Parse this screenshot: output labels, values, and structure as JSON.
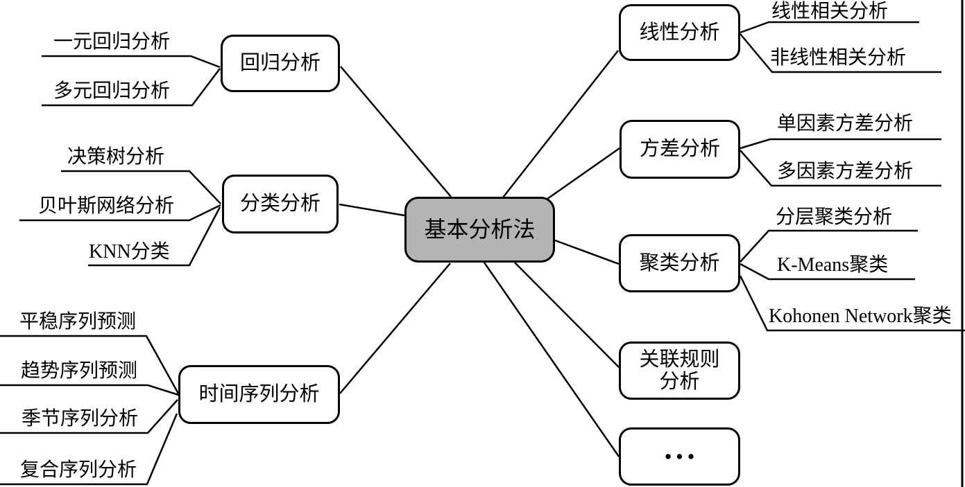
{
  "colors": {
    "line": "#000000",
    "node_fill": "#ffffff",
    "center_fill": "#b4b4b4",
    "text": "#000000",
    "background": "#ffffff"
  },
  "center": {
    "label": "基本分析法"
  },
  "branches": [
    {
      "id": "regression",
      "label": "回归分析",
      "children": [
        "一元回归分析",
        "多元回归分析"
      ]
    },
    {
      "id": "classification",
      "label": "分类分析",
      "children": [
        "决策树分析",
        "贝叶斯网络分析",
        "KNN分类"
      ]
    },
    {
      "id": "time-series",
      "label": "时间序列分析",
      "children": [
        "平稳序列预测",
        "趋势序列预测",
        "季节序列分析",
        "复合序列分析"
      ]
    },
    {
      "id": "linear",
      "label": "线性分析",
      "children": [
        "线性相关分析",
        "非线性相关分析"
      ]
    },
    {
      "id": "variance",
      "label": "方差分析",
      "children": [
        "单因素方差分析",
        "多因素方差分析"
      ]
    },
    {
      "id": "cluster",
      "label": "聚类分析",
      "children": [
        "分层聚类分析",
        "K-Means聚类",
        "Kohonen Network聚类"
      ]
    },
    {
      "id": "association",
      "label_lines": [
        "关联规则",
        "分析"
      ],
      "children": []
    },
    {
      "id": "ellipsis",
      "label": "•••",
      "children": []
    }
  ]
}
